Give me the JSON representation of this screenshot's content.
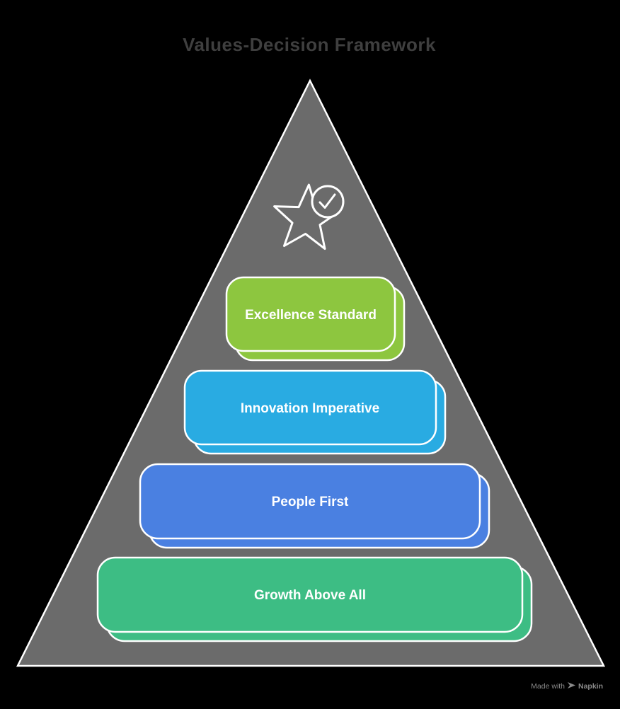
{
  "title": "Values-Decision Framework",
  "colors": {
    "background": "#000000",
    "title_text": "#3F3F3F",
    "pyramid_fill": "#6B6B6B",
    "pyramid_outline": "#FFFFFF",
    "label_text": "#FFFFFF",
    "footer_text": "#8A8A8A"
  },
  "pyramid": {
    "icon": "star-check-icon",
    "fill": "#6B6B6B"
  },
  "levels": [
    {
      "label": "Excellence Standard",
      "color": "#8DC63F"
    },
    {
      "label": "Innovation Imperative",
      "color": "#29ABE2"
    },
    {
      "label": "People First",
      "color": "#4A80E1"
    },
    {
      "label": "Growth Above All",
      "color": "#3DBD84"
    }
  ],
  "footer": {
    "made_with": "Made with",
    "brand": "Napkin"
  }
}
